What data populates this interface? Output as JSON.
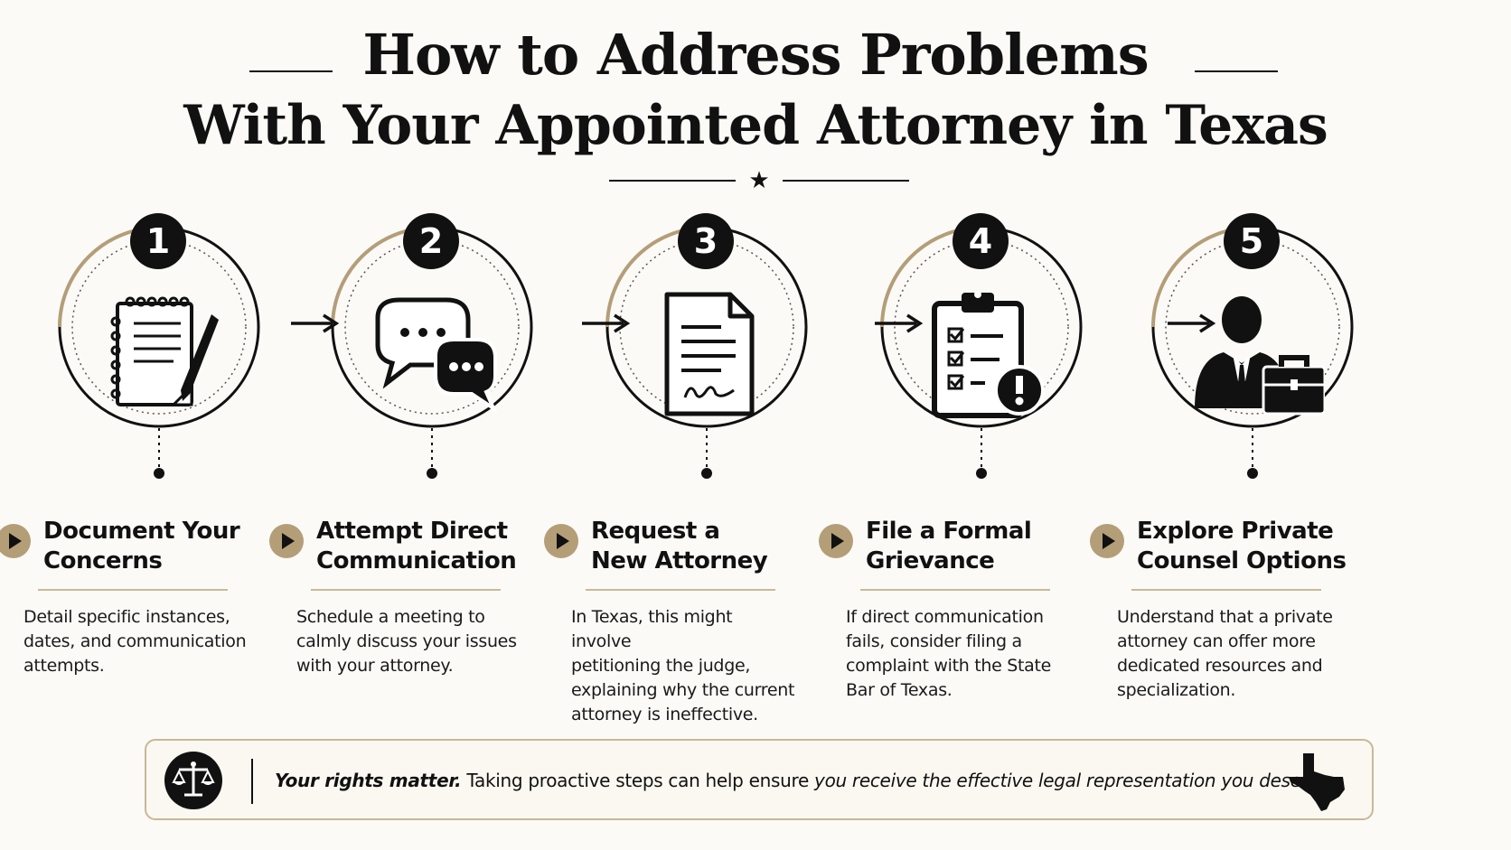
{
  "title": {
    "line1": "How to Address Problems",
    "line2": "With Your Appointed Attorney in Texas"
  },
  "steps": [
    {
      "number": "1",
      "title_l1": "Document Your",
      "title_l2": "Concerns",
      "icon": "notepad-pen-icon",
      "desc_l1": "Detail specific instances,",
      "desc_l2": "dates, and communication",
      "desc_l3": "attempts.",
      "desc_l4": ""
    },
    {
      "number": "2",
      "title_l1": "Attempt Direct",
      "title_l2": "Communication",
      "icon": "chat-bubbles-icon",
      "desc_l1": "Schedule a meeting to",
      "desc_l2": "calmly discuss your issues",
      "desc_l3": "with your attorney.",
      "desc_l4": ""
    },
    {
      "number": "3",
      "title_l1": "Request a",
      "title_l2": "New Attorney",
      "icon": "signed-document-icon",
      "desc_l1": "In Texas, this might involve",
      "desc_l2": "petitioning the judge,",
      "desc_l3": "explaining why the current",
      "desc_l4": "attorney is ineffective."
    },
    {
      "number": "4",
      "title_l1": "File a Formal",
      "title_l2": "Grievance",
      "icon": "clipboard-alert-icon",
      "desc_l1": "If direct communication",
      "desc_l2": "fails, consider filing a",
      "desc_l3": "complaint with the State",
      "desc_l4": "Bar of Texas."
    },
    {
      "number": "5",
      "title_l1": "Explore Private",
      "title_l2": "Counsel Options",
      "icon": "lawyer-briefcase-icon",
      "desc_l1": "Understand that a private",
      "desc_l2": "attorney can offer more",
      "desc_l3": "dedicated resources and",
      "desc_l4": "specialization."
    }
  ],
  "footer": {
    "bold": "Your rights matter.",
    "text1": " Taking proactive steps can help ensure ",
    "italic1": "you receive the effective legal representation you deserve.",
    "icon_left": "scales-of-justice-icon",
    "icon_right": "texas-map-icon"
  },
  "colors": {
    "accent": "#b49e78",
    "ink": "#111111",
    "rule": "#cbb996"
  }
}
